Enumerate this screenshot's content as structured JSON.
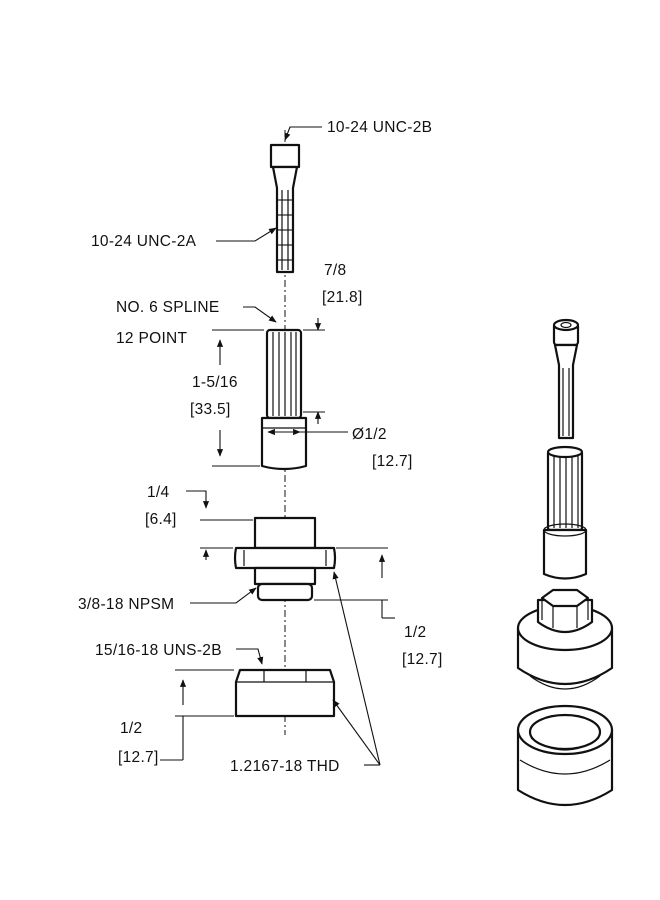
{
  "labels": {
    "thread_top": "10-24  UNC-2B",
    "thread_screw": "10-24  UNC-2A",
    "width_frac": "7/8",
    "width_mm": "[21.8]",
    "spline_line1": "NO. 6  SPLINE",
    "spline_line2": "12  POINT",
    "length_frac": "1-5/16",
    "length_mm": "[33.5]",
    "dia_frac": "Ø1/2",
    "dia_mm": "[12.7]",
    "collar_frac": "1/4",
    "collar_mm": "[6.4]",
    "npsm": "3/8-18  NPSM",
    "flange_frac": "1/2",
    "flange_mm": "[12.7]",
    "uns": "15/16-18  UNS-2B",
    "nut_frac": "1/2",
    "nut_mm": "[12.7]",
    "thd": "1.2167-18  THD"
  },
  "colors": {
    "line": "#111111",
    "background": "#ffffff"
  }
}
